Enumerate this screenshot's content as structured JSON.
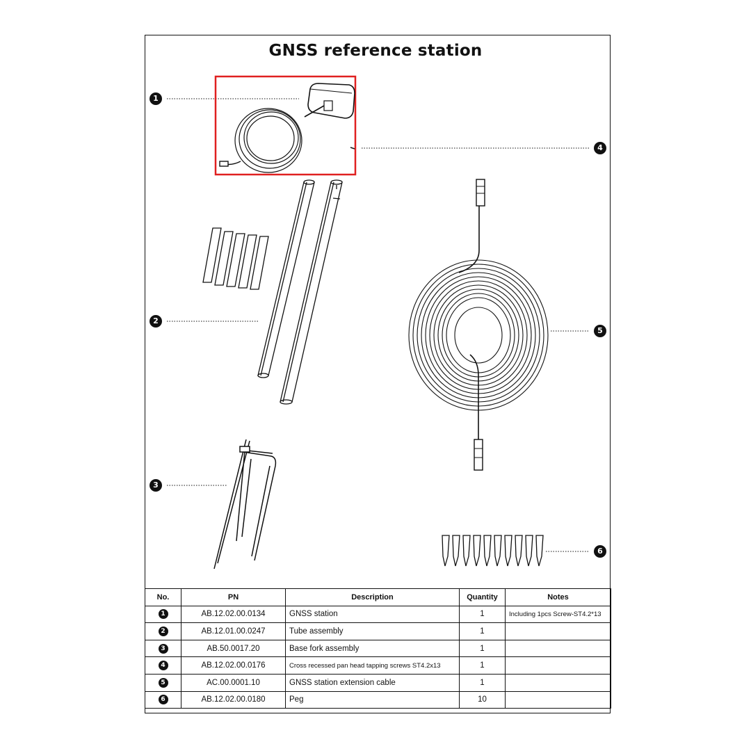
{
  "title": "GNSS reference station",
  "callouts": [
    "1",
    "2",
    "3",
    "4",
    "5",
    "6"
  ],
  "highlight_color": "#e02020",
  "table": {
    "headers": [
      "No.",
      "PN",
      "Description",
      "Quantity",
      "Notes"
    ],
    "rows": [
      {
        "no": "1",
        "pn": "AB.12.02.00.0134",
        "description": "GNSS station",
        "quantity": "1",
        "notes": "Including 1pcs Screw-ST4.2*13"
      },
      {
        "no": "2",
        "pn": "AB.12.01.00.0247",
        "description": "Tube assembly",
        "quantity": "1",
        "notes": ""
      },
      {
        "no": "3",
        "pn": "AB.50.0017.20",
        "description": "Base fork assembly",
        "quantity": "1",
        "notes": ""
      },
      {
        "no": "4",
        "pn": "AB.12.02.00.0176",
        "description": "Cross recessed pan head tapping screws ST4.2x13",
        "quantity": "1",
        "notes": ""
      },
      {
        "no": "5",
        "pn": "AC.00.0001.10",
        "description": "GNSS station extension cable",
        "quantity": "1",
        "notes": ""
      },
      {
        "no": "6",
        "pn": "AB.12.02.00.0180",
        "description": "Peg",
        "quantity": "10",
        "notes": ""
      }
    ]
  }
}
